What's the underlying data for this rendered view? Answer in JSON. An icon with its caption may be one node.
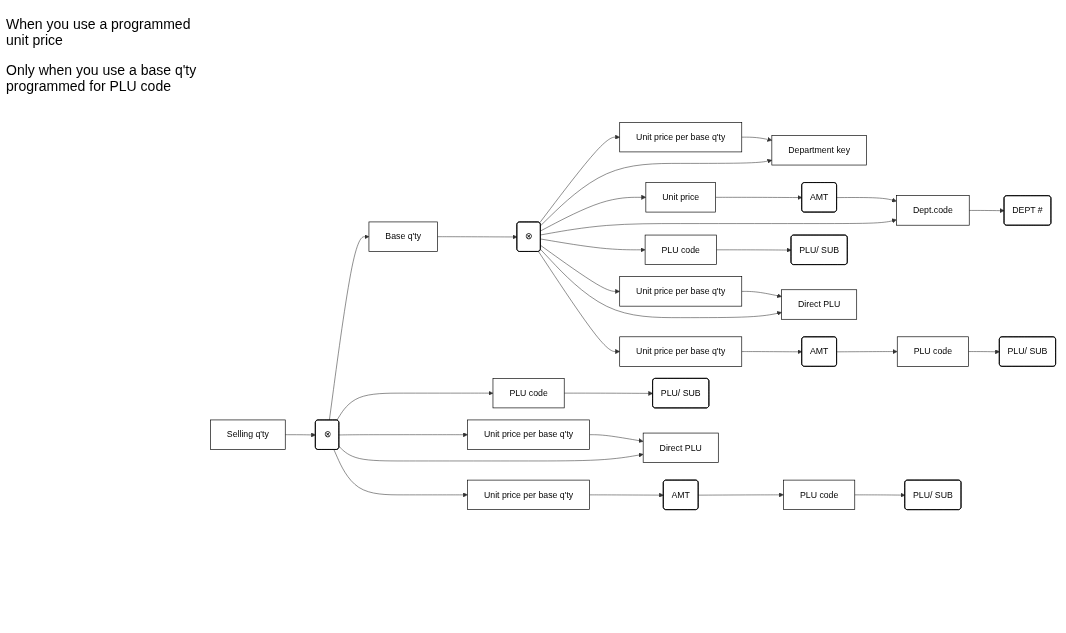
{
  "diagram": {
    "nodes": [
      {
        "text": [
          "Selling q'ty"
        ]
      },
      {
        "text": [
          "⊗"
        ]
      },
      {
        "text": [
          "Base q'ty"
        ]
      },
      {
        "text": [
          "⊗"
        ]
      },
      {
        "text": [
          "Unit price per base q'ty"
        ]
      },
      {
        "text": [
          "Department key"
        ]
      },
      {
        "text": [
          "Unit price"
        ]
      },
      {
        "text": [
          "AMT"
        ]
      },
      {
        "text": [
          "Dept.code"
        ]
      },
      {
        "text": [
          "DEPT #"
        ]
      },
      {
        "text": [
          "PLU code"
        ]
      },
      {
        "text": [
          "PLU/ SUB"
        ]
      },
      {
        "text": [
          "Unit price per base q'ty"
        ]
      },
      {
        "text": [
          "Direct PLU"
        ]
      },
      {
        "text": [
          "Unit price per base q'ty"
        ]
      },
      {
        "text": [
          "AMT"
        ]
      },
      {
        "text": [
          "PLU code"
        ]
      },
      {
        "text": [
          "PLU/ SUB"
        ]
      },
      {
        "text": [
          "PLU code"
        ]
      },
      {
        "text": [
          "PLU/ SUB"
        ]
      },
      {
        "text": [
          "Unit price per base q'ty"
        ]
      },
      {
        "text": [
          "Direct PLU"
        ]
      },
      {
        "text": [
          "Unit price per base q'ty"
        ]
      },
      {
        "text": [
          "AMT"
        ]
      },
      {
        "text": [
          "PLU code"
        ]
      },
      {
        "text": [
          "PLU/ SUB"
        ]
      }
    ],
    "edges": [
      {
        "from": 0,
        "to": 1,
        "arrow": "to"
      },
      {
        "from": 1,
        "to": 2,
        "arrow": "to"
      },
      {
        "from": 2,
        "to": 3,
        "arrow": "to"
      },
      {
        "from": 3,
        "to": 4,
        "arrow": "to"
      },
      {
        "from": 4,
        "to": 5,
        "arrow": "to"
      },
      {
        "from": 3,
        "to": 5,
        "arrow": "to"
      },
      {
        "from": 3,
        "to": 6,
        "arrow": "to"
      },
      {
        "from": 6,
        "to": 7,
        "arrow": "to"
      },
      {
        "from": 7,
        "to": 8,
        "arrow": "to"
      },
      {
        "from": 3,
        "to": 8,
        "arrow": "to"
      },
      {
        "from": 8,
        "to": 9,
        "arrow": "to"
      },
      {
        "from": 3,
        "to": 10,
        "arrow": "to"
      },
      {
        "from": 10,
        "to": 11,
        "arrow": "to"
      },
      {
        "from": 3,
        "to": 12,
        "arrow": "to"
      },
      {
        "from": 12,
        "to": 13,
        "arrow": "to"
      },
      {
        "from": 3,
        "to": 13,
        "arrow": "to"
      },
      {
        "from": 3,
        "to": 14,
        "arrow": "to"
      },
      {
        "from": 14,
        "to": 15,
        "arrow": "to"
      },
      {
        "from": 15,
        "to": 16,
        "arrow": "to"
      },
      {
        "from": 16,
        "to": 17,
        "arrow": "to"
      },
      {
        "from": 1,
        "to": 18,
        "arrow": "to"
      },
      {
        "from": 18,
        "to": 19,
        "arrow": "to"
      },
      {
        "from": 1,
        "to": 20,
        "arrow": "to"
      },
      {
        "from": 20,
        "to": 21,
        "arrow": "to"
      },
      {
        "from": 1,
        "to": 21,
        "arrow": "to"
      },
      {
        "from": 1,
        "to": 22,
        "arrow": "to"
      },
      {
        "from": 22,
        "to": 23,
        "arrow": "to"
      },
      {
        "from": 23,
        "to": 24,
        "arrow": "to"
      },
      {
        "from": 24,
        "to": 25,
        "arrow": "to"
      }
    ],
    "labels": [
      "When you use a programmed unit price",
      "Only when you use a base q'ty programmed for PLU code"
    ]
  }
}
